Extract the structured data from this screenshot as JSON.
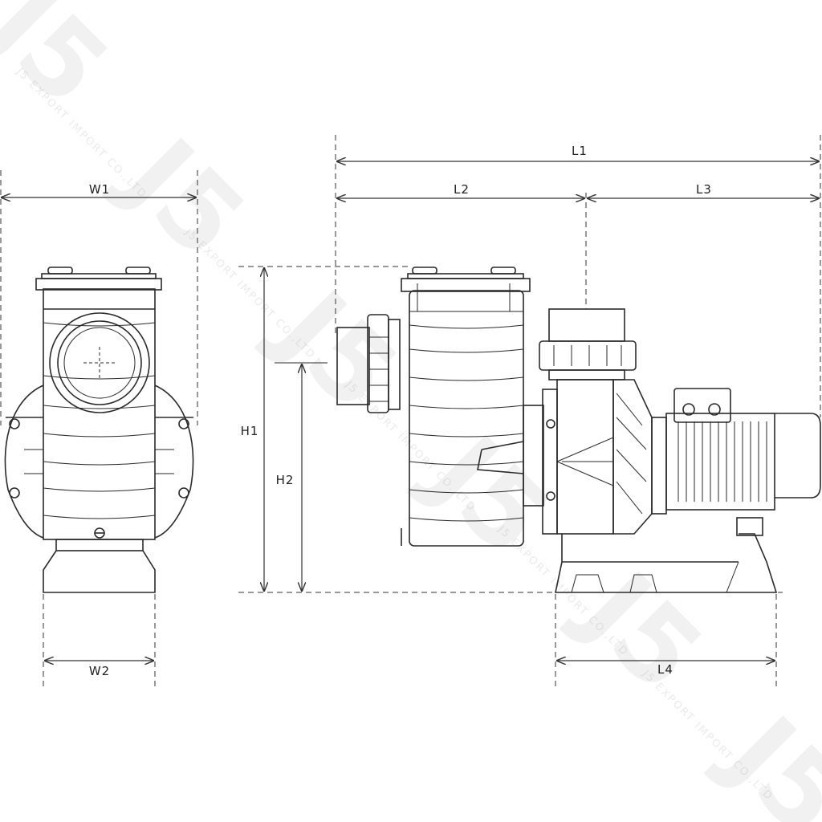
{
  "dimensions": {
    "W1": "W1",
    "W2": "W2",
    "L1": "L1",
    "L2": "L2",
    "L3": "L3",
    "L4": "L4",
    "H1": "H1",
    "H2": "H2"
  },
  "watermark": {
    "logo": "J5",
    "company": "J5 EXPORT IMPORT CO.,LTD"
  },
  "colors": {
    "line": "#2a2a2a",
    "background": "#ffffff"
  }
}
